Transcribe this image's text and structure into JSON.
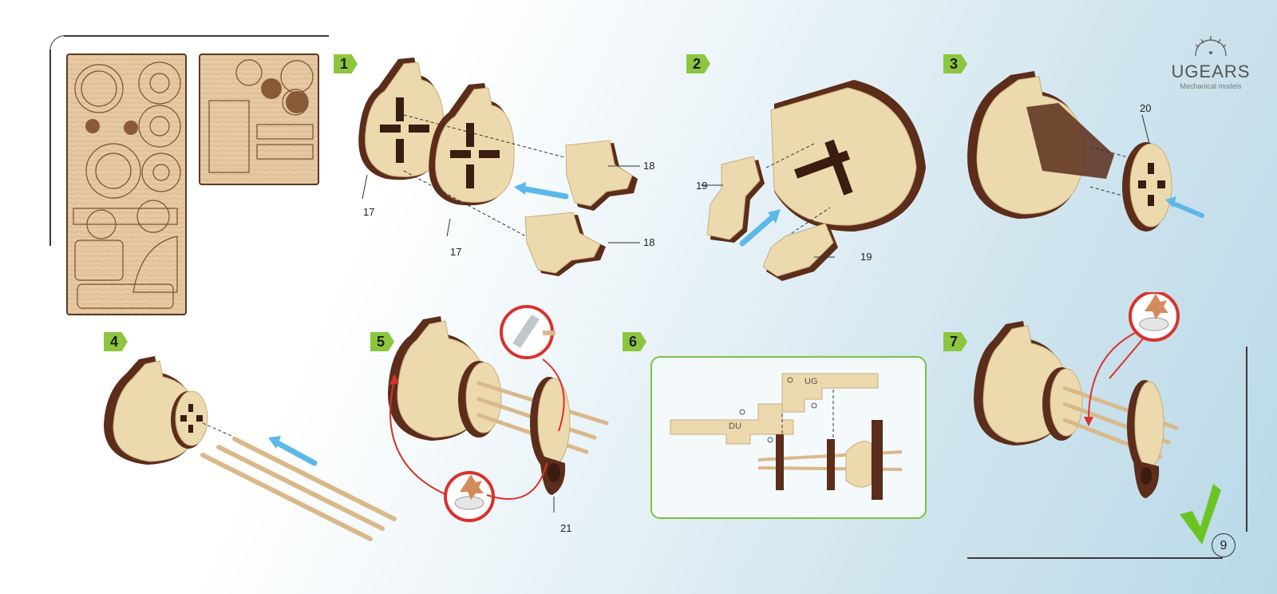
{
  "logo": {
    "name": "UGEARS",
    "subtitle": "Mechanical models"
  },
  "steps": [
    "1",
    "2",
    "3",
    "4",
    "5",
    "6",
    "7"
  ],
  "part_labels": {
    "s1_a": "17",
    "s1_b": "17",
    "s1_c": "18",
    "s1_d": "18",
    "s2_a": "19",
    "s2_b": "19",
    "s3_a": "20",
    "s5_a": "21"
  },
  "panel_markings": {
    "left": "DU",
    "right": "UG"
  },
  "page_number": "9",
  "colors": {
    "badge": "#8cc63f",
    "wood_light": "#ecd9ad",
    "wood_dark": "#5b2d1a",
    "arrow_blue": "#5cb8ea",
    "arrow_red": "#d8322d",
    "check": "#6cc424",
    "step6_border": "#7cc242"
  },
  "icons": [
    "gear-logo-icon",
    "arrow-icon",
    "knife-icon",
    "glue-icon",
    "checkmark-icon"
  ]
}
